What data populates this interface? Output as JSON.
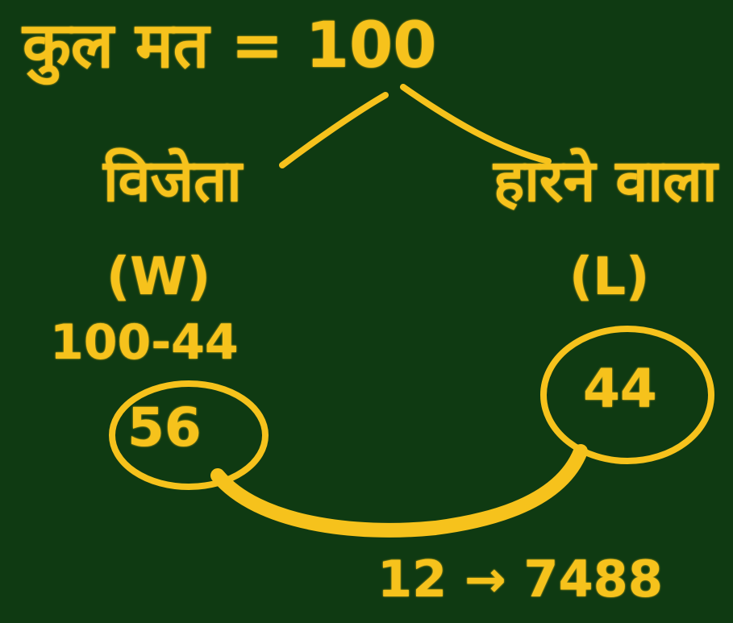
{
  "title": "कुल मत = 100",
  "winner": {
    "label": "विजेता",
    "abbr": "(W)",
    "calc": "100-44",
    "value": "56"
  },
  "loser": {
    "label": "हारने वाला",
    "abbr": "(L)",
    "value": "44"
  },
  "difference_note": "12 → 7488",
  "colors": {
    "board": "#0f3a12",
    "chalk": "#f6c21c"
  }
}
